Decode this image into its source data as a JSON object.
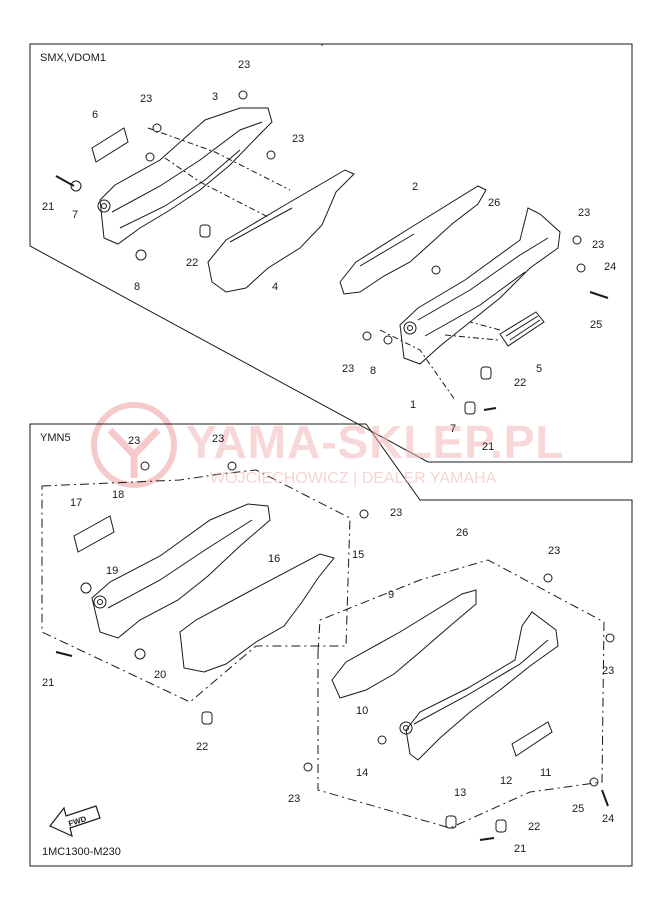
{
  "colors": {
    "ink": "#1a1a1a",
    "watermark": "#e86a6a"
  },
  "watermark": {
    "title": "YAMA-SKLEP.PL",
    "subtitle": "WOJCIECHOWICZ | DEALER YAMAHA"
  },
  "diagram_code": "1MC1300-M230",
  "fwd_label": "FWD",
  "sections": [
    {
      "title": "SMX,VDOM1",
      "labels": [
        "23",
        "23",
        "3",
        "23",
        "6",
        "21",
        "7",
        "22",
        "8",
        "4",
        "2",
        "26",
        "23",
        "23",
        "24",
        "25",
        "23",
        "8",
        "1",
        "5",
        "22",
        "7",
        "21"
      ]
    },
    {
      "title": "YMN5",
      "labels": [
        "23",
        "23",
        "17",
        "18",
        "23",
        "15",
        "19",
        "16",
        "21",
        "20",
        "22",
        "26",
        "23",
        "9",
        "23",
        "10",
        "14",
        "12",
        "11",
        "23",
        "25",
        "24",
        "13",
        "22",
        "21"
      ]
    }
  ]
}
